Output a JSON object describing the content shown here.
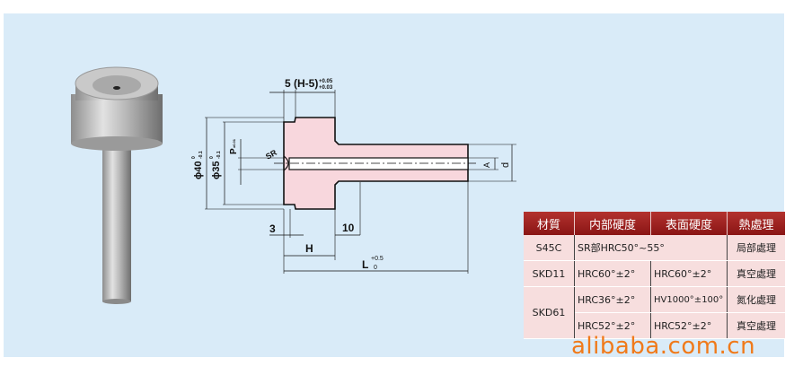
{
  "drawing": {
    "top_dim": "5 (H-5)",
    "top_tol_upper": "+0.05",
    "top_tol_lower": "+0.03",
    "dia40": "ϕ40",
    "dia40_tol_upper": "0",
    "dia40_tol_lower": "-0.1",
    "dia35": "ϕ35",
    "dia35_tol_upper": "0",
    "dia35_tol_lower": "-0.1",
    "p_label": "P",
    "p_tol": "±0.01",
    "sr_label": "SR",
    "dim_3": "3",
    "dim_10": "10",
    "dim_h": "H",
    "dim_l": "L",
    "l_tol_upper": "+0.5",
    "l_tol_lower": "0",
    "dim_a": "A",
    "dim_d": "d"
  },
  "table": {
    "headers": [
      "材質",
      "内部硬度",
      "表面硬度",
      "熱處理"
    ],
    "rows": [
      {
        "material": "S45C",
        "inner": "SR部HRC50°~55°",
        "treatment": "局部處理"
      },
      {
        "material": "SKD11",
        "inner": "HRC60°±2°",
        "surface": "HRC60°±2°",
        "treatment": "真空處理"
      },
      {
        "material": "SKD61",
        "inner": "HRC36°±2°",
        "surface": "HV1000°±100°",
        "treatment": "氮化處理"
      },
      {
        "inner": "HRC52°±2°",
        "surface": "HRC52°±2°",
        "treatment": "真空處理"
      }
    ]
  },
  "watermark": "alibaba.com.cn",
  "colors": {
    "panel": "#d9ebf8",
    "header": "#9a1e1e",
    "cell": "#f7dede",
    "part": "#f8d7dd",
    "watermark": "#f07a1a"
  }
}
